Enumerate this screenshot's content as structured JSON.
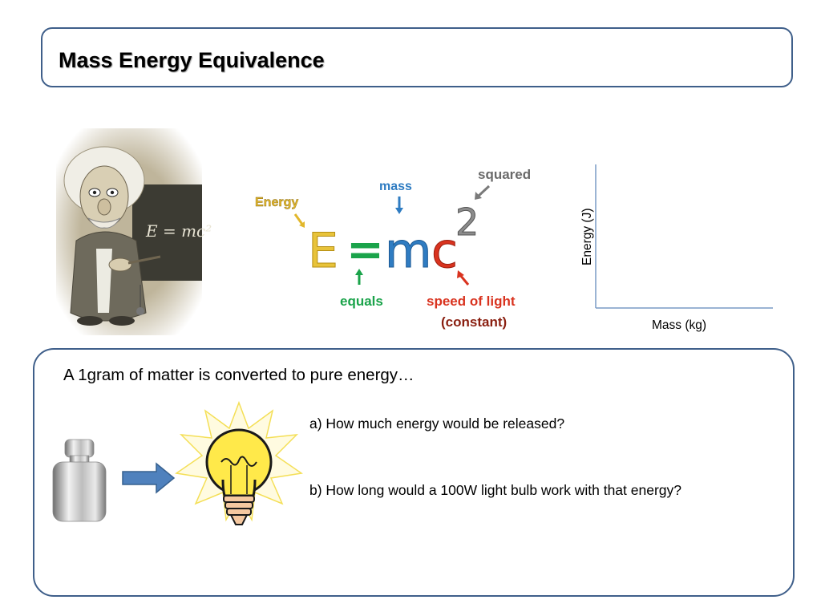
{
  "header": {
    "title": "Mass Energy Equivalence"
  },
  "einstein": {
    "board_text": "E = mc²"
  },
  "formula": {
    "E": "E",
    "equals_sign": "=",
    "m": "m",
    "c": "c",
    "exponent": "2",
    "label_energy": "Energy",
    "label_mass": "mass",
    "label_squared": "squared",
    "label_equals": "equals",
    "label_speed": "speed of light",
    "label_constant": "(constant)",
    "colors": {
      "E": "#e8c33a",
      "equals": "#1aa34a",
      "m": "#2f7cc2",
      "c": "#d9331f",
      "exponent": "#8c8c8c"
    }
  },
  "graph": {
    "xlabel": "Mass (kg)",
    "ylabel": "Energy (J)",
    "axis_color": "#7a9cc6"
  },
  "question": {
    "intro": "A 1gram of matter is converted to pure energy…",
    "a": "a)  How much energy would be released?",
    "b": "b)  How long would a 100W light bulb work with that energy?"
  }
}
